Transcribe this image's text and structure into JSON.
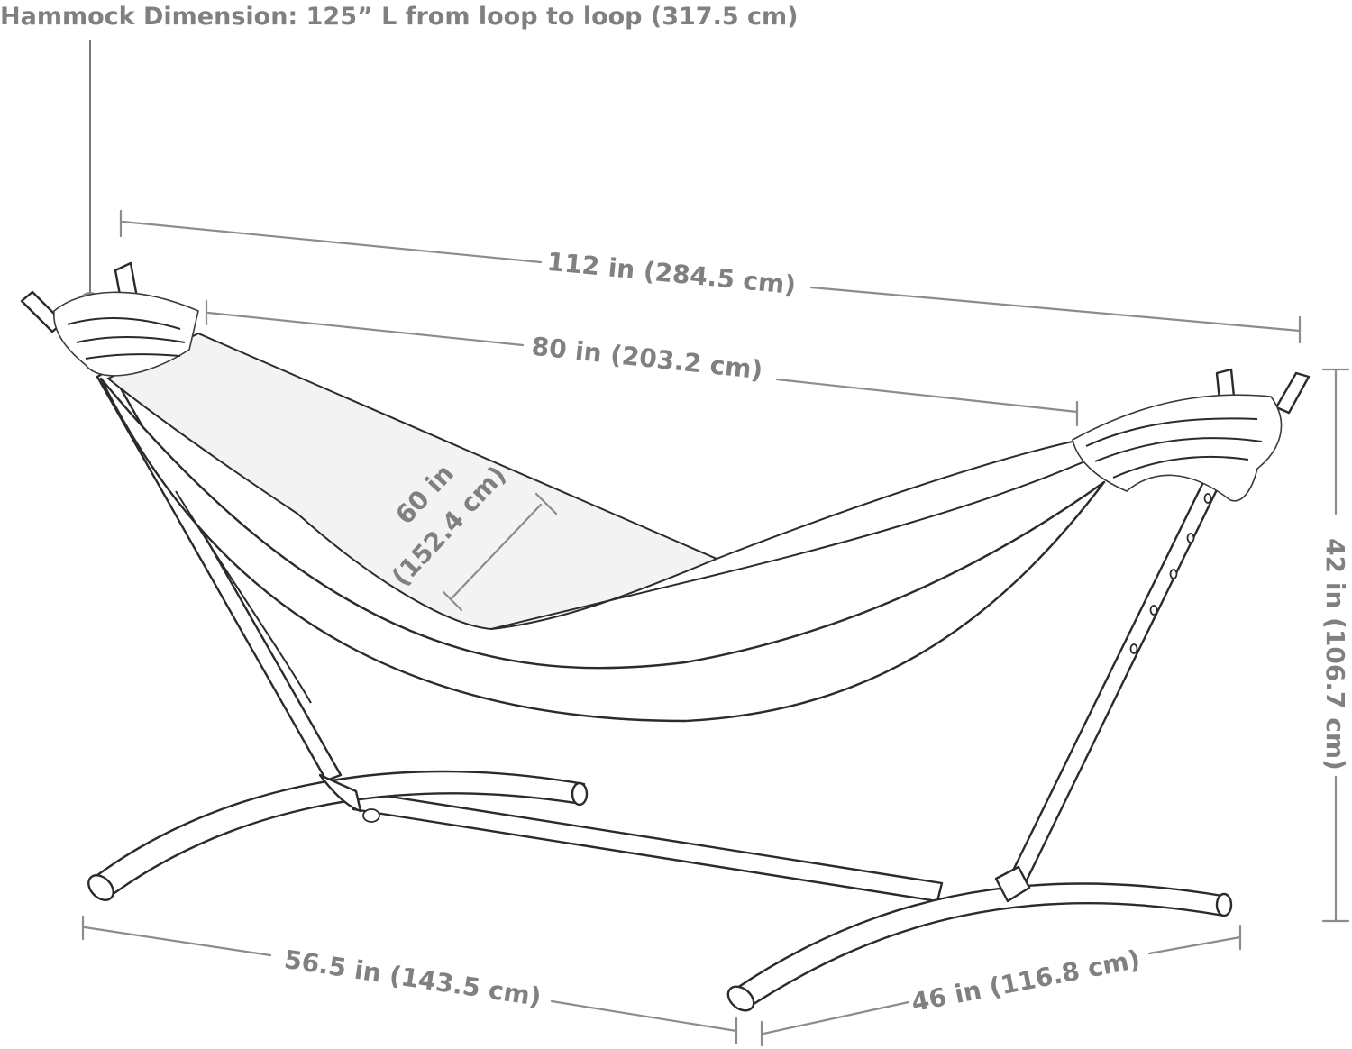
{
  "title": "Hammock Dimension: 125” L from loop to loop (317.5 cm)",
  "dimensions": {
    "overall_length": "112 in (284.5 cm)",
    "bed_length": "80 in (203.2 cm)",
    "bed_width_line1": "60 in",
    "bed_width_line2": "(152.4 cm)",
    "height": "42 in (106.7 cm)",
    "base_length": "56.5 in (143.5 cm)",
    "base_width": "46 in (116.8 cm)"
  },
  "colors": {
    "dimension_text": "#808080",
    "outline": "#2b2b2b",
    "callout_dot": "#8a8a8a"
  }
}
